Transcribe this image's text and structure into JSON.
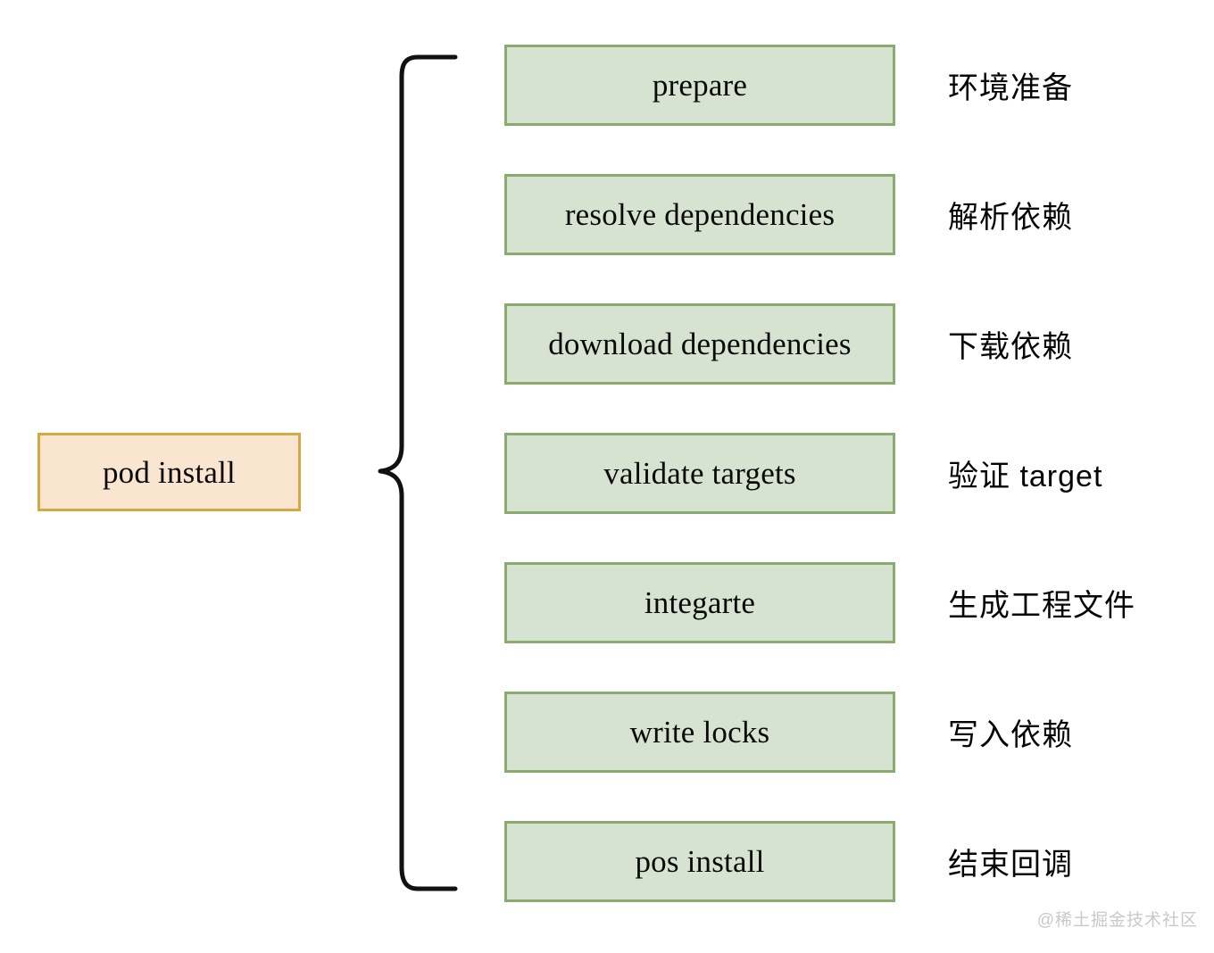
{
  "diagram": {
    "title": "pod install",
    "type": "tree-brace",
    "colors": {
      "root_fill": "#fae5d0",
      "root_border": "#d4a843",
      "step_fill": "#d6e3d1",
      "step_border": "#8aab6e",
      "text": "#0a0a0a",
      "brace_stroke": "#111111",
      "watermark": "#c9c9c9",
      "background": "#ffffff"
    },
    "root": {
      "label": "pod install"
    },
    "connector": {
      "kind": "curly-brace",
      "orientation": "left-pointing"
    },
    "steps": [
      {
        "label": "prepare",
        "annotation": "环境准备"
      },
      {
        "label": "resolve dependencies",
        "annotation": "解析依赖"
      },
      {
        "label": "download dependencies",
        "annotation": "下载依赖"
      },
      {
        "label": "validate targets",
        "annotation": "验证 target"
      },
      {
        "label": "integarte",
        "annotation": "生成工程文件"
      },
      {
        "label": "write locks",
        "annotation": "写入依赖"
      },
      {
        "label": "pos install",
        "annotation": "结束回调"
      }
    ],
    "watermark": "@稀土掘金技术社区"
  }
}
